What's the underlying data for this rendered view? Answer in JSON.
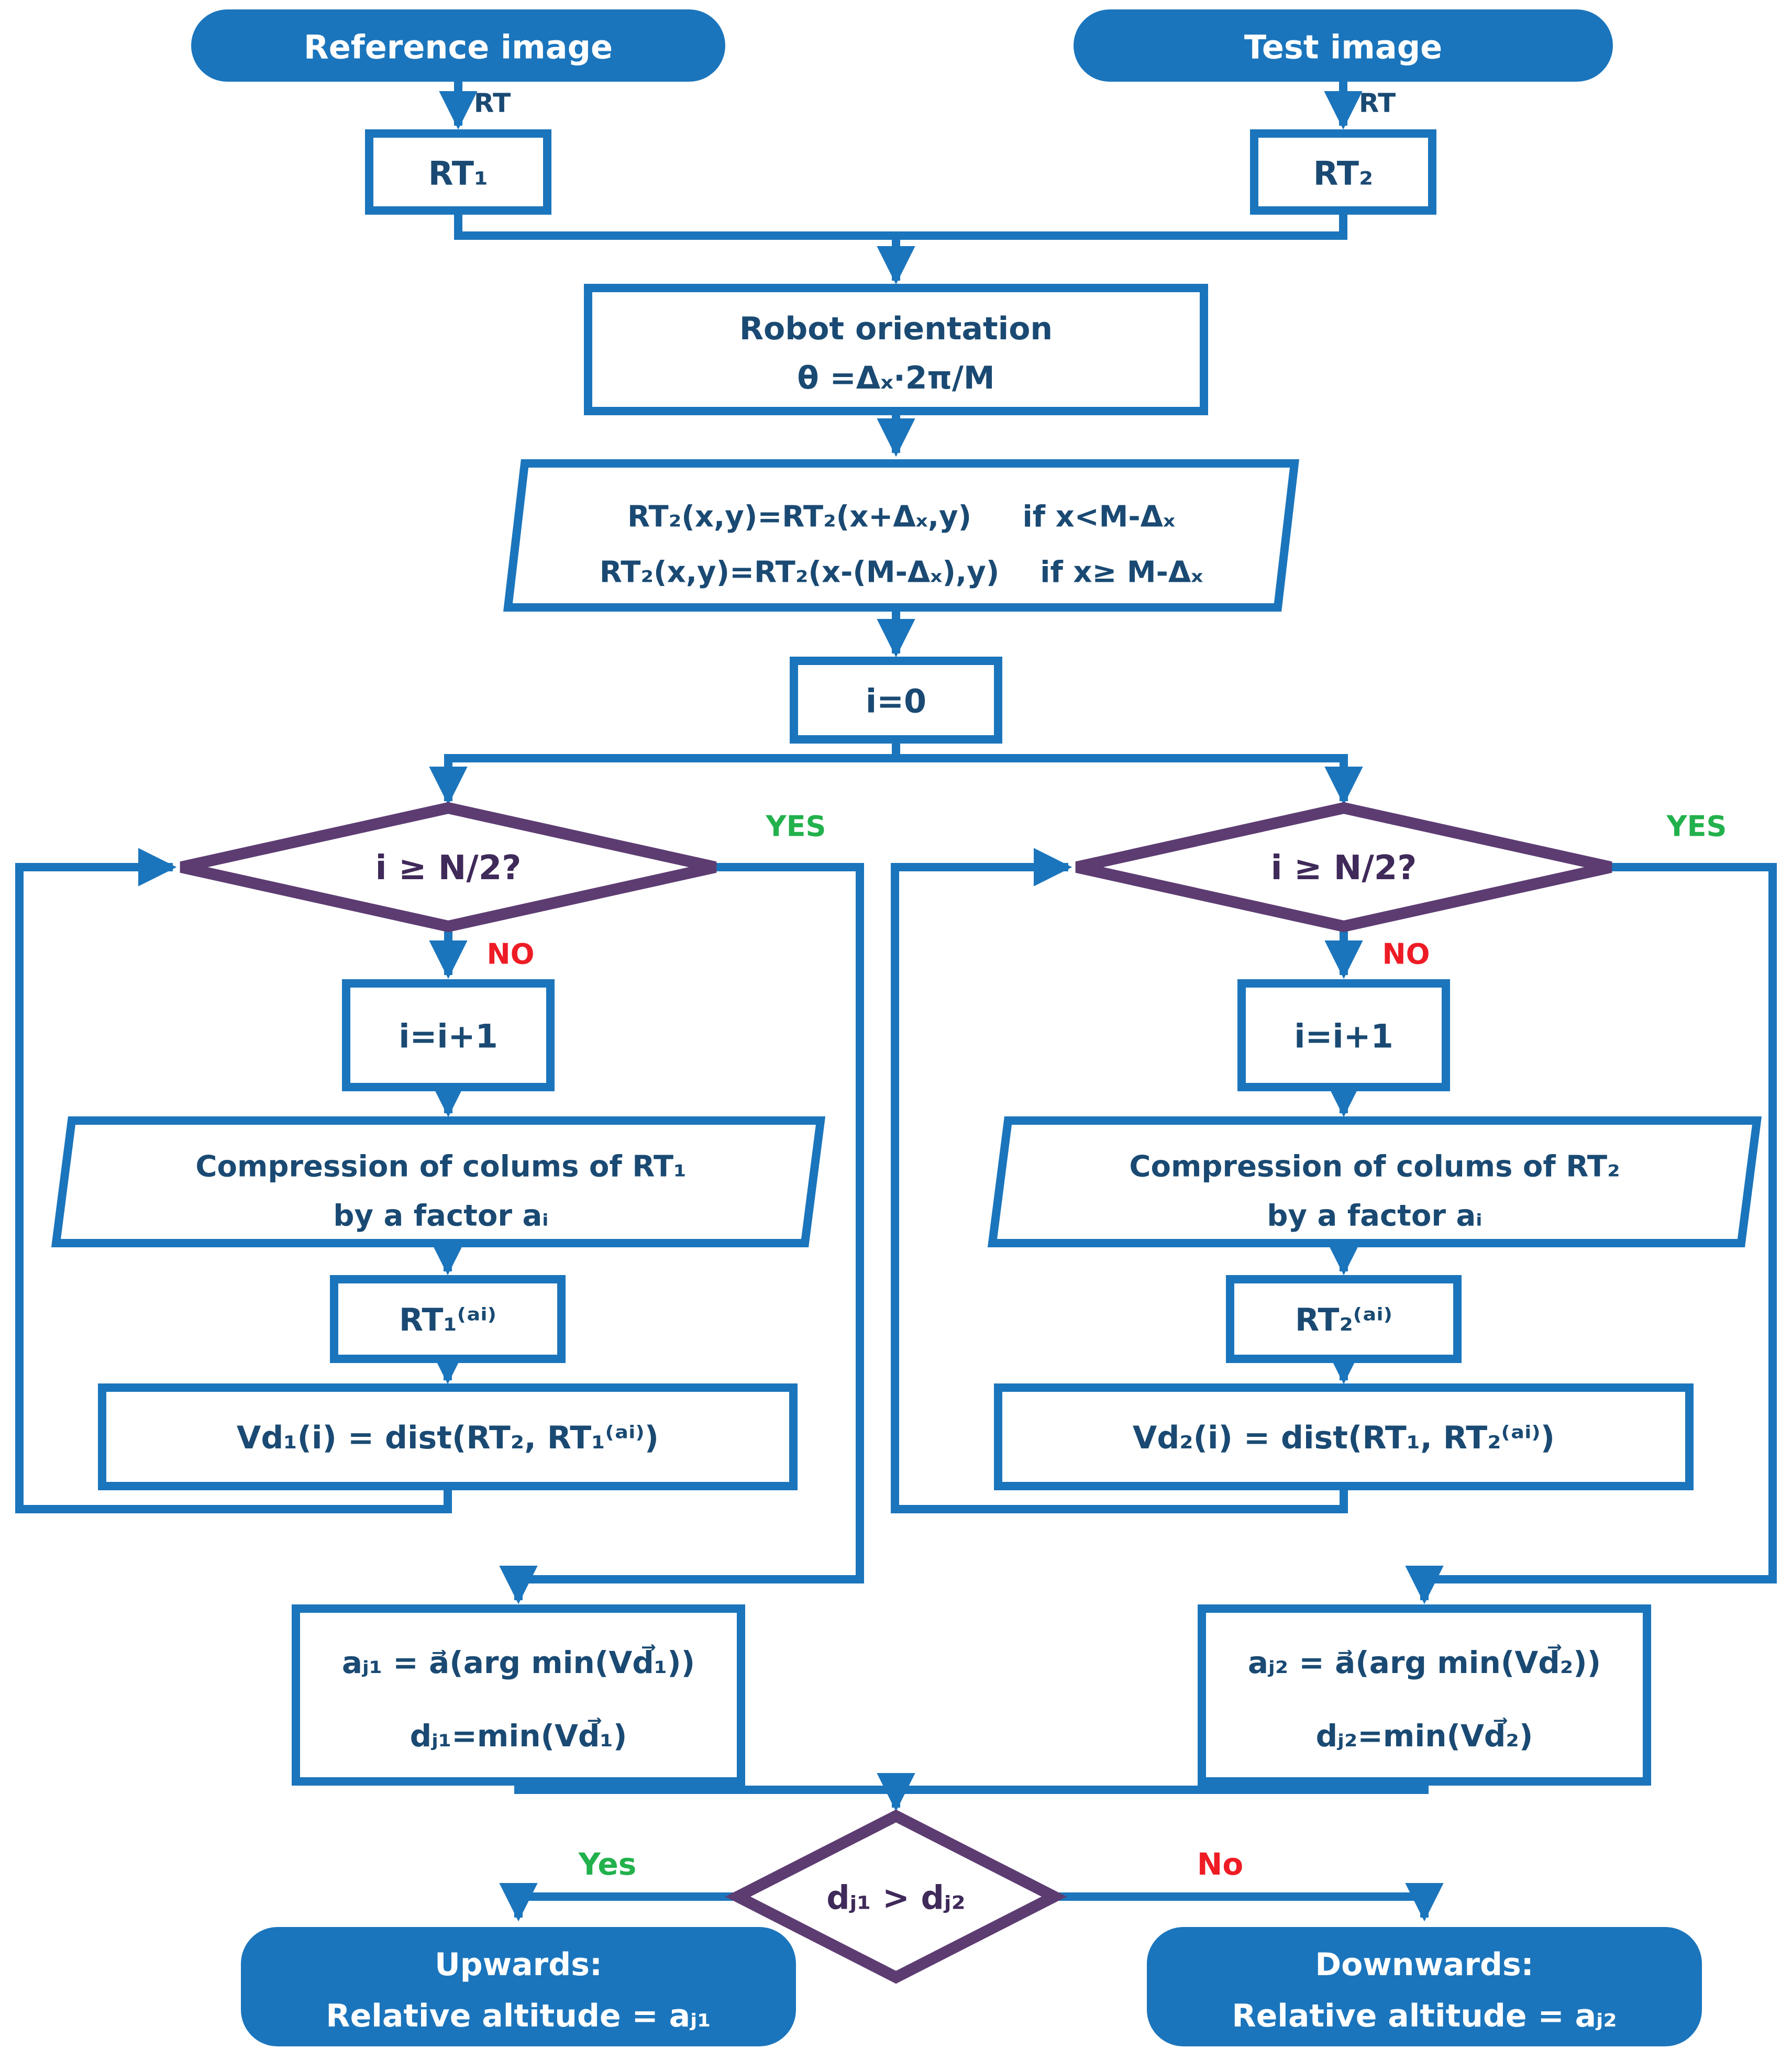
{
  "colors": {
    "blue": "#1b75bc",
    "navy": "#1a4a73",
    "purple": "#5d3c72",
    "purpleDark": "#3f2a5a",
    "green": "#22b14c",
    "red": "#ee1c25",
    "white": "#ffffff",
    "bg": "#ffffff"
  },
  "nodes": {
    "reference_image": {
      "label": "Reference image"
    },
    "test_image": {
      "label": "Test image"
    },
    "rt_edge_left": "RT",
    "rt_edge_right": "RT",
    "rt1": {
      "label": "RT₁"
    },
    "rt2": {
      "label": "RT₂"
    },
    "robot_orientation": {
      "line1": "Robot orientation",
      "line2": "θ =Δₓ·2π/M"
    },
    "column_shift": {
      "line1": "RT₂(x,y)=RT₂(x+Δₓ,y)     if x<M-Δₓ",
      "line2": "RT₂(x,y)=RT₂(x-(M-Δₓ),y)    if x≥ M-Δₓ"
    },
    "init": {
      "label": "i=0"
    },
    "left": {
      "condition": "i ≥ N/2?",
      "yes": "YES",
      "no": "NO",
      "increment": "i=i+1",
      "compression_line1": "Compression of colums of RT₁",
      "compression_line2": "by a factor aᵢ",
      "compressed": "RT₁⁽ᵃⁱ⁾",
      "distance": "Vd₁(i) = dist(RT₂, RT₁⁽ᵃⁱ⁾)",
      "argmin_line1": "aⱼ₁ = a⃗(arg min(Vd⃗₁))",
      "argmin_line2": "dⱼ₁=min(Vd⃗₁)"
    },
    "right": {
      "condition": "i ≥ N/2?",
      "yes": "YES",
      "no": "NO",
      "increment": "i=i+1",
      "compression_line1": "Compression of colums of RT₂",
      "compression_line2": "by a factor aᵢ",
      "compressed": "RT₂⁽ᵃⁱ⁾",
      "distance": "Vd₂(i) = dist(RT₁, RT₂⁽ᵃⁱ⁾)",
      "argmin_line1": "aⱼ₂ = a⃗(arg min(Vd⃗₂))",
      "argmin_line2": "dⱼ₂=min(Vd⃗₂)"
    },
    "final_decision": {
      "condition": "dⱼ₁ > dⱼ₂",
      "yes": "Yes",
      "no": "No"
    },
    "upwards": {
      "line1": "Upwards:",
      "line2": "Relative altitude = aⱼ₁"
    },
    "downwards": {
      "line1": "Downwards:",
      "line2": "Relative altitude = aⱼ₂"
    }
  }
}
